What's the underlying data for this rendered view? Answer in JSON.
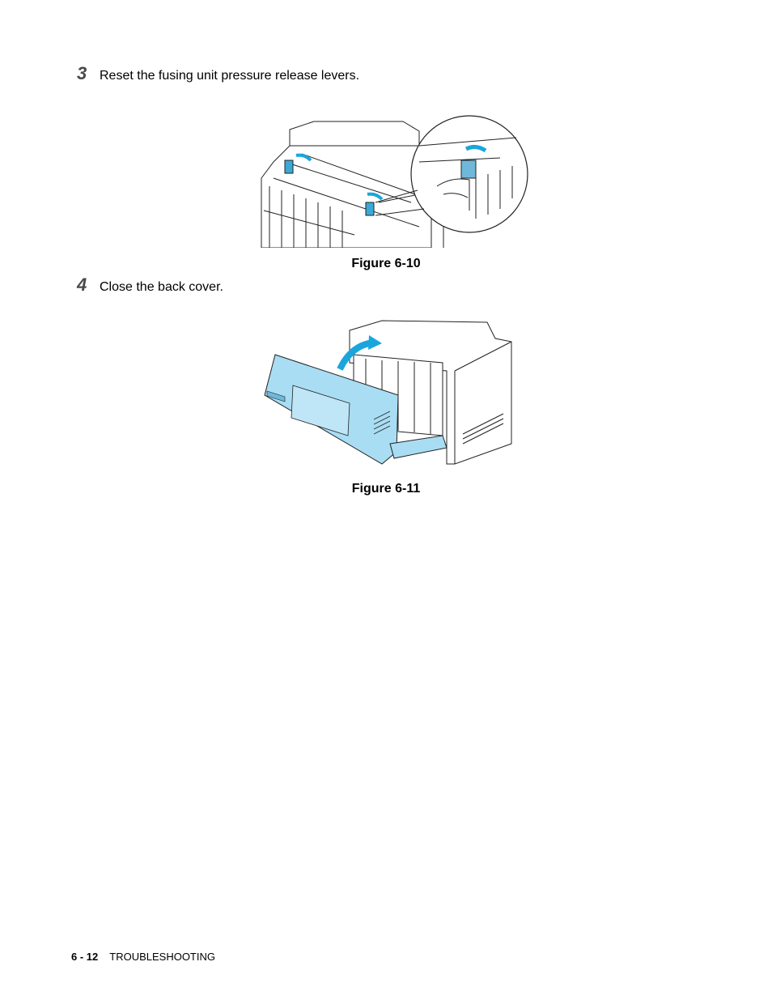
{
  "steps": [
    {
      "number": "3",
      "text": "Reset the fusing unit pressure release levers."
    },
    {
      "number": "4",
      "text": "Close the back cover."
    }
  ],
  "figures": [
    {
      "caption": "Figure 6-10"
    },
    {
      "caption": "Figure 6-11"
    }
  ],
  "footer": {
    "page_number": "6 - 12",
    "section": "TROUBLESHOOTING"
  },
  "colors": {
    "accent_blue": "#1aa6dc",
    "cover_blue": "#a9ddf3",
    "line": "#222222",
    "step_number": "#4a4a4a"
  }
}
